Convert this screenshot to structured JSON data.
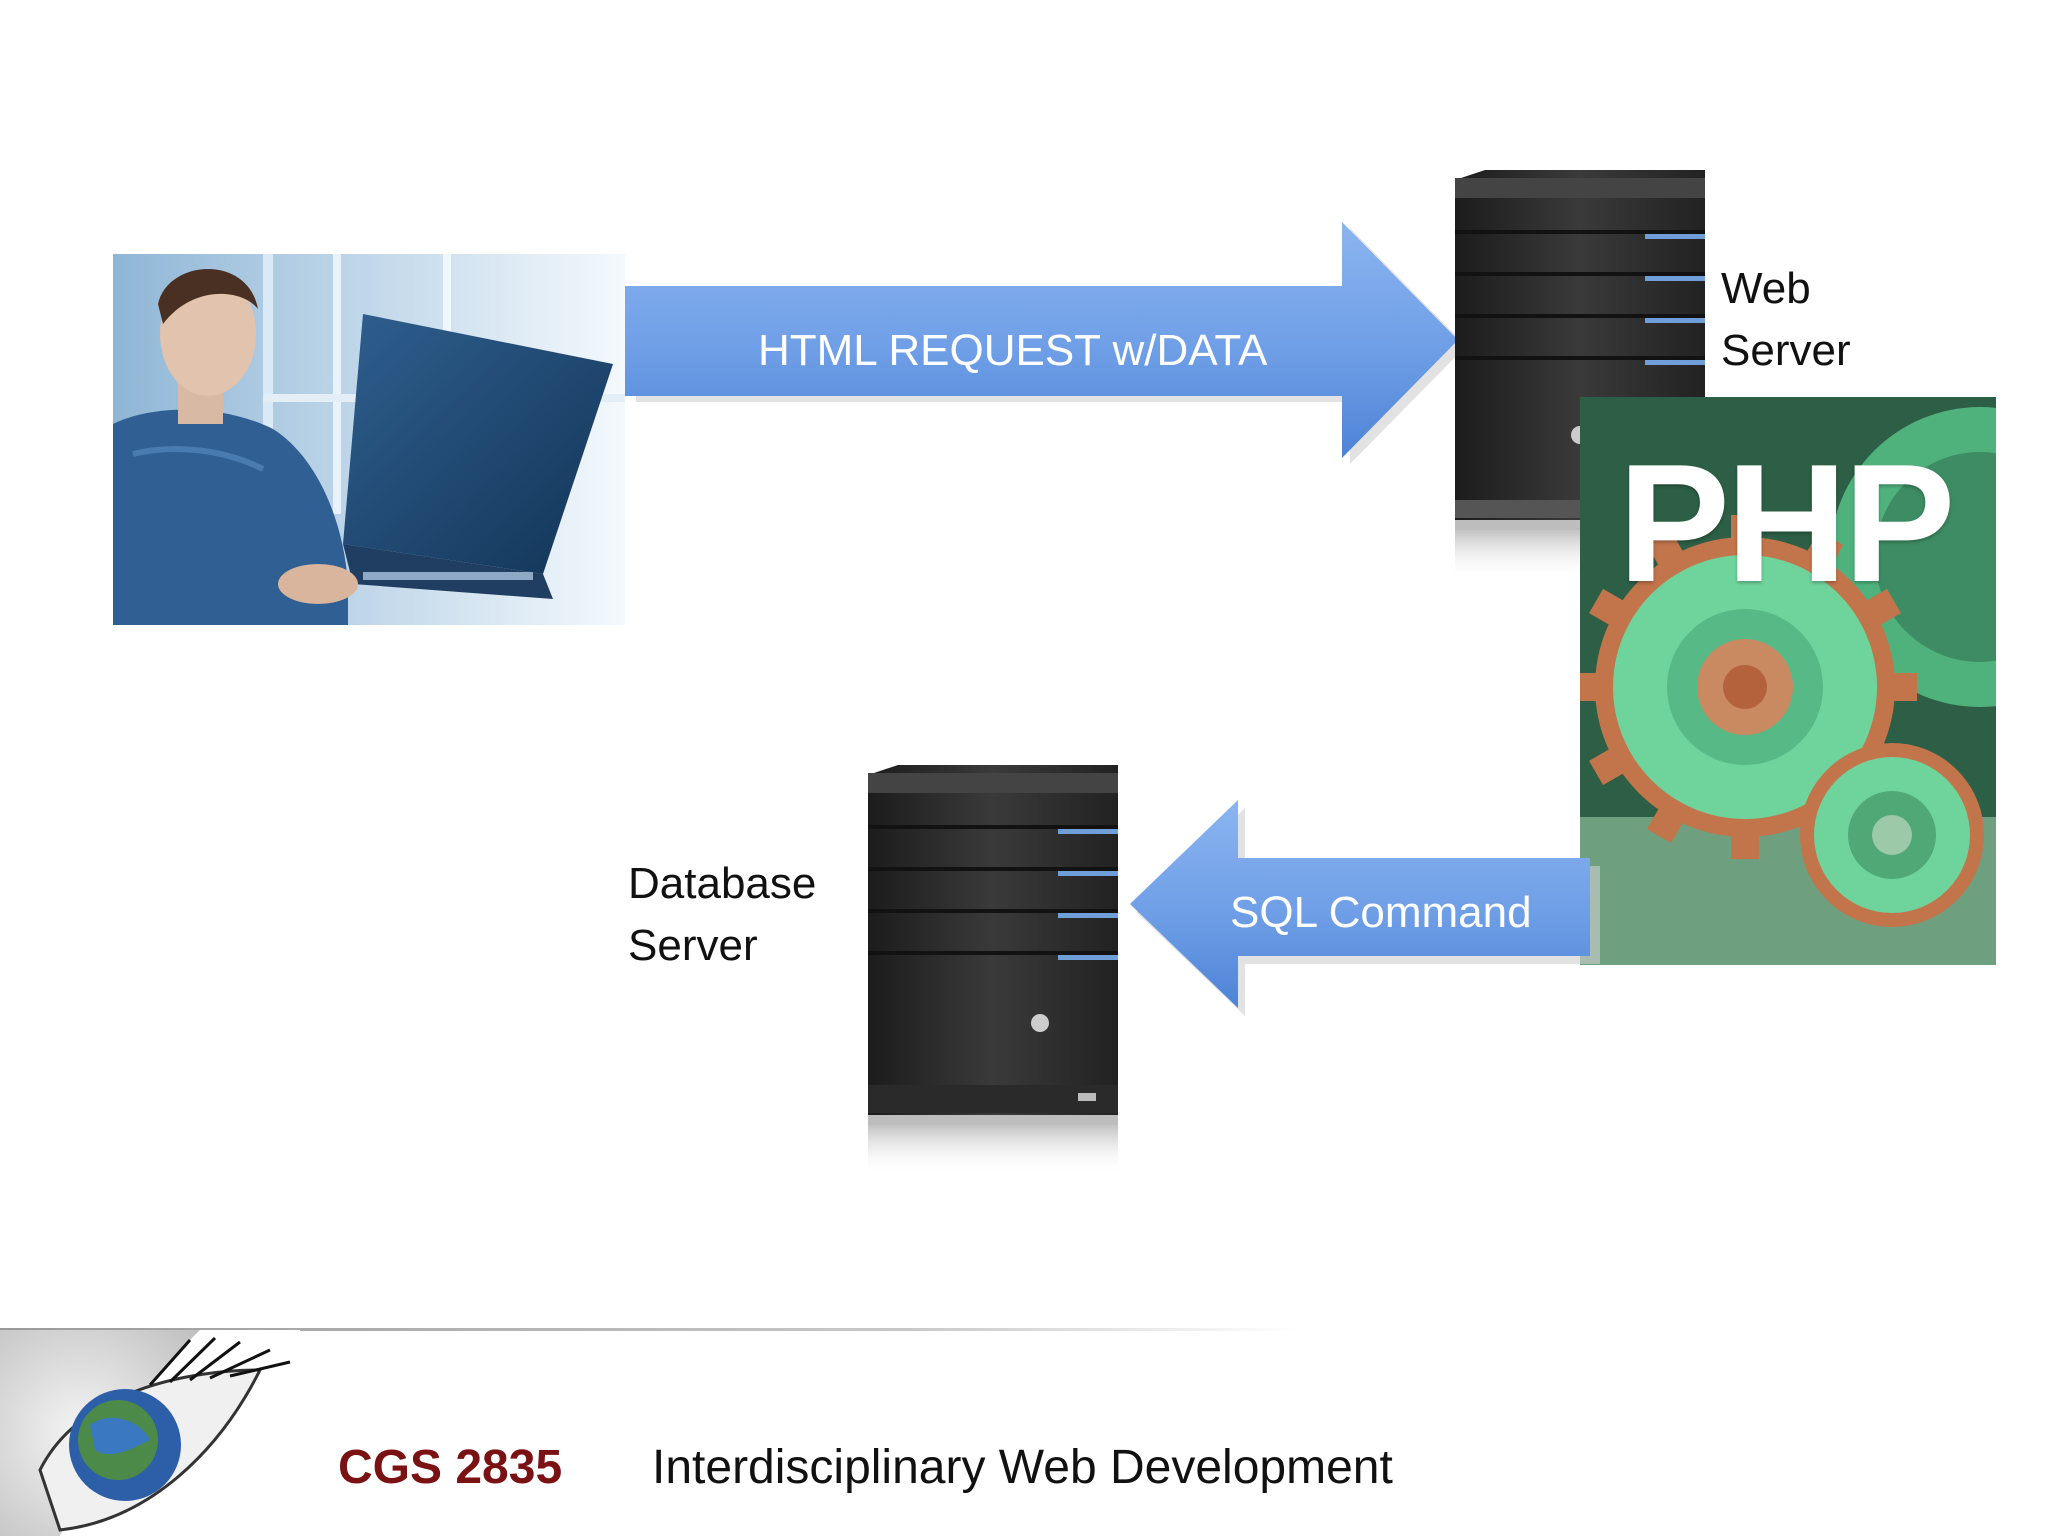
{
  "diagram": {
    "request_arrow_label": "HTML REQUEST w/DATA",
    "sql_arrow_label": "SQL Command",
    "web_server_label_line1": "Web",
    "web_server_label_line2": "Server",
    "db_server_label_line1": "Database",
    "db_server_label_line2": "Server",
    "php_logo_text": "PHP"
  },
  "footer": {
    "course_code": "CGS 2835",
    "course_title": "Interdisciplinary Web Development"
  },
  "colors": {
    "arrow_fill": "#6e9ee6",
    "course_code": "#7a1113",
    "php_gear_green": "#6fd39c"
  },
  "icons": {
    "user": "person-laptop-photo",
    "web_server": "server-tower-icon",
    "db_server": "server-tower-icon",
    "php": "php-gears-image",
    "footer": "earth-eye-image"
  }
}
